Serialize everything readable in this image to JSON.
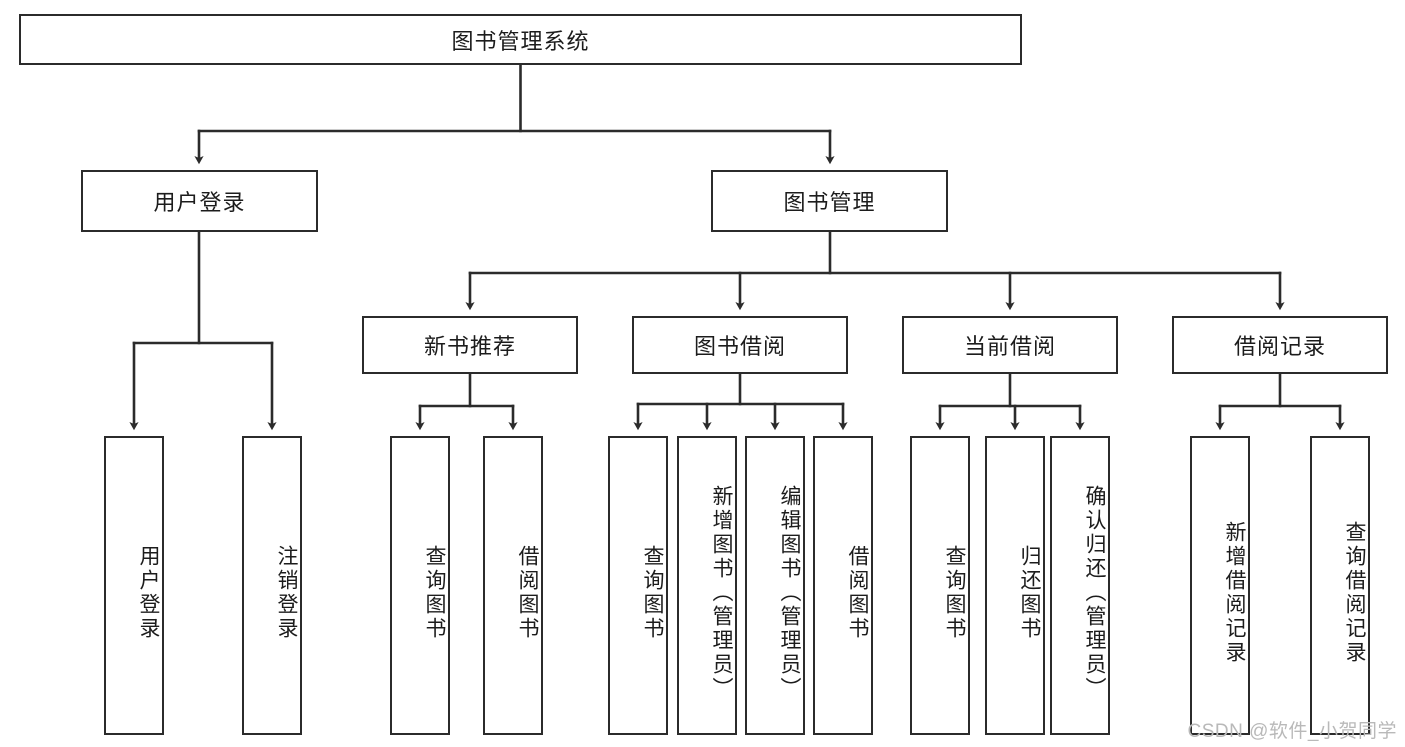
{
  "diagram": {
    "title": "图书管理系统",
    "root": {
      "id": "root",
      "label": "图书管理系统"
    },
    "level2": [
      {
        "id": "user-login",
        "label": "用户登录"
      },
      {
        "id": "book-manage",
        "label": "图书管理"
      }
    ],
    "level3": [
      {
        "id": "new-book-rec",
        "label": "新书推荐"
      },
      {
        "id": "book-borrow",
        "label": "图书借阅"
      },
      {
        "id": "current-borrow",
        "label": "当前借阅"
      },
      {
        "id": "borrow-record",
        "label": "借阅记录"
      }
    ],
    "leaves": [
      {
        "id": "leaf-user-login",
        "label": "用户登录",
        "parent": "user-login"
      },
      {
        "id": "leaf-logout",
        "label": "注销登录",
        "parent": "user-login"
      },
      {
        "id": "leaf-query-book-1",
        "label": "查询图书",
        "parent": "new-book-rec"
      },
      {
        "id": "leaf-borrow-book-1",
        "label": "借阅图书",
        "parent": "new-book-rec"
      },
      {
        "id": "leaf-query-book-2",
        "label": "查询图书",
        "parent": "book-borrow"
      },
      {
        "id": "leaf-add-book",
        "label": "新增图书（管理员）",
        "parent": "book-borrow"
      },
      {
        "id": "leaf-edit-book",
        "label": "编辑图书（管理员）",
        "parent": "book-borrow"
      },
      {
        "id": "leaf-borrow-book-2",
        "label": "借阅图书",
        "parent": "book-borrow"
      },
      {
        "id": "leaf-query-book-3",
        "label": "查询图书",
        "parent": "current-borrow"
      },
      {
        "id": "leaf-return-book",
        "label": "归还图书",
        "parent": "current-borrow"
      },
      {
        "id": "leaf-confirm-return",
        "label": "确认归还（管理员）",
        "parent": "current-borrow"
      },
      {
        "id": "leaf-add-record",
        "label": "新增借阅记录",
        "parent": "borrow-record"
      },
      {
        "id": "leaf-query-record",
        "label": "查询借阅记录",
        "parent": "borrow-record"
      }
    ],
    "watermark": "CSDN @软件_小贺同学",
    "colors": {
      "stroke": "#2b2b2b",
      "fill": "#ffffff",
      "text": "#1c1c1c",
      "watermark": "#b9b9b9"
    }
  }
}
